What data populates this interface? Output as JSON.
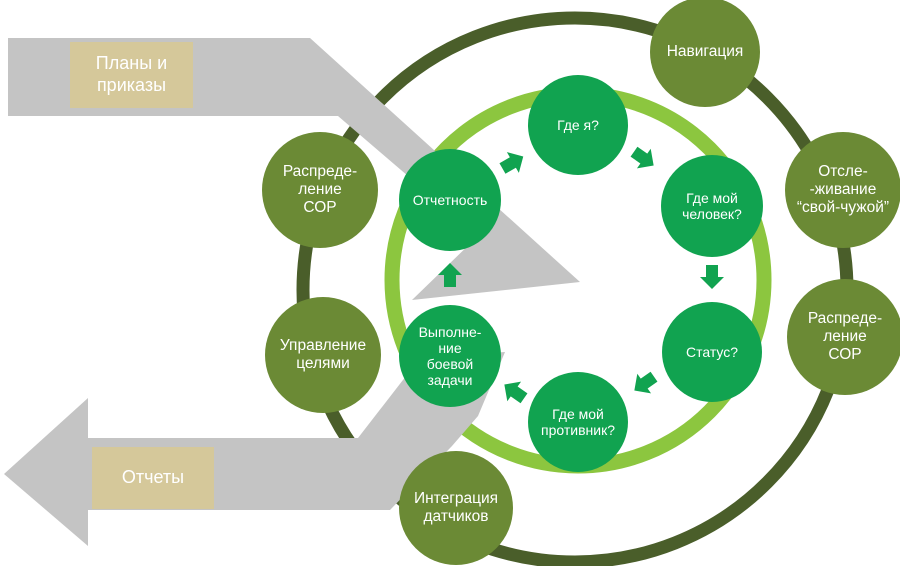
{
  "colors": {
    "outer_ring": "#4a5e2a",
    "inner_ring": "#8cc63f",
    "outer_node": "#6b8a35",
    "inner_node": "#11a350",
    "arrow_gray": "#c4c4c4",
    "inner_arrow": "#11a350",
    "label_box": "#d5c89a"
  },
  "inputs": {
    "label": "Планы и\nприказы"
  },
  "outputs": {
    "label": "Отчеты"
  },
  "outer_nodes": [
    {
      "id": "navigation",
      "label": "Навигация"
    },
    {
      "id": "friend-foe",
      "label": "Отсле-\n-живание\n“свой-чужой”"
    },
    {
      "id": "sop-distribution-right",
      "label": "Распреде-\nление\nСОР"
    },
    {
      "id": "sensor-integration",
      "label": "Интеграция\nдатчиков"
    },
    {
      "id": "target-management",
      "label": "Управление\nцелями"
    },
    {
      "id": "sop-distribution-left",
      "label": "Распреде-\nление\nСОР"
    }
  ],
  "inner_nodes": [
    {
      "id": "where-am-i",
      "label": "Где я?"
    },
    {
      "id": "where-is-my-man",
      "label": "Где мой\nчеловек?"
    },
    {
      "id": "status",
      "label": "Статус?"
    },
    {
      "id": "where-is-enemy",
      "label": "Где мой\nпротивник?"
    },
    {
      "id": "mission-execution",
      "label": "Выполне-\nние\nбоевой\nзадачи"
    },
    {
      "id": "reporting",
      "label": "Отчетность"
    }
  ]
}
